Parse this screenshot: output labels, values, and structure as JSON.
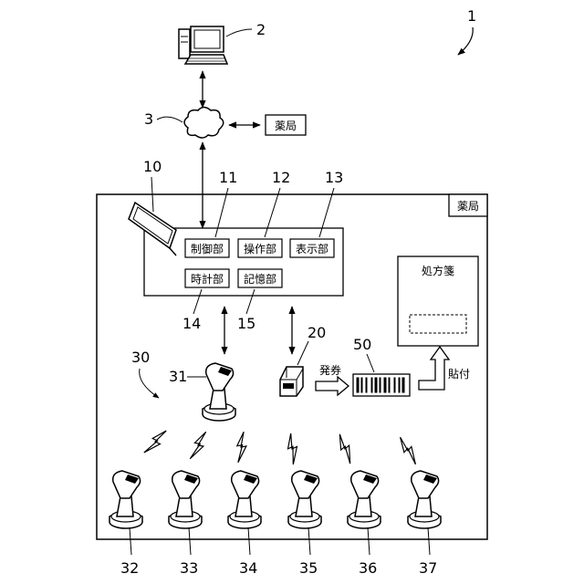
{
  "refs": {
    "system": "1",
    "computer": "2",
    "network": "3",
    "tablet": "10",
    "control_unit": "11",
    "operation_unit": "12",
    "display_unit": "13",
    "clock_unit": "14",
    "storage_unit": "15",
    "printer": "20",
    "scanner_group": "30",
    "base_scanner": "31",
    "barcode_label": "50",
    "scanners": [
      "32",
      "33",
      "34",
      "35",
      "36",
      "37"
    ]
  },
  "labels": {
    "pharmacy_external": "薬局",
    "pharmacy_box": "薬局",
    "control_unit": "制御部",
    "operation_unit": "操作部",
    "display_unit": "表示部",
    "clock_unit": "時計部",
    "storage_unit": "記憶部",
    "prescription": "処方箋",
    "issue": "発券",
    "paste": "貼付"
  },
  "icons": [
    "computer-icon",
    "cloud-icon",
    "tablet-icon",
    "printer-icon",
    "barcode-scanner-icon",
    "barcode-icon",
    "lightning-icon"
  ]
}
